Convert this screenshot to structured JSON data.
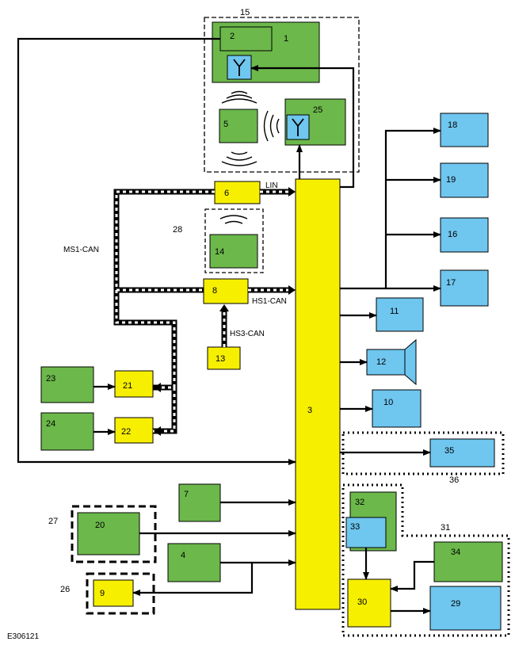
{
  "reference_id": "E306121",
  "colors": {
    "green": "#6cb84b",
    "blue": "#6fc6ef",
    "yellow": "#f7ef00",
    "line": "#000000",
    "background": "#ffffff"
  },
  "components": {
    "c1": "1",
    "c2": "2",
    "c3": "3",
    "c4": "4",
    "c5": "5",
    "c6": "6",
    "c7": "7",
    "c8": "8",
    "c9": "9",
    "c10": "10",
    "c11": "11",
    "c12": "12",
    "c13": "13",
    "c14": "14",
    "c16": "16",
    "c17": "17",
    "c18": "18",
    "c19": "19",
    "c20": "20",
    "c21": "21",
    "c22": "22",
    "c23": "23",
    "c24": "24",
    "c25": "25",
    "c29": "29",
    "c30": "30",
    "c32": "32",
    "c33": "33",
    "c34": "34",
    "c35": "35"
  },
  "groups": {
    "g15": "15",
    "g26": "26",
    "g27": "27",
    "g28": "28",
    "g31": "31",
    "g36": "36"
  },
  "bus_labels": {
    "lin": "LIN",
    "ms1_can": "MS1-CAN",
    "hs1_can": "HS1-CAN",
    "hs3_can": "HS3-CAN"
  },
  "icons": [
    "antenna-icon",
    "radio-waves-icon",
    "speaker-icon",
    "arrowhead-icon"
  ]
}
